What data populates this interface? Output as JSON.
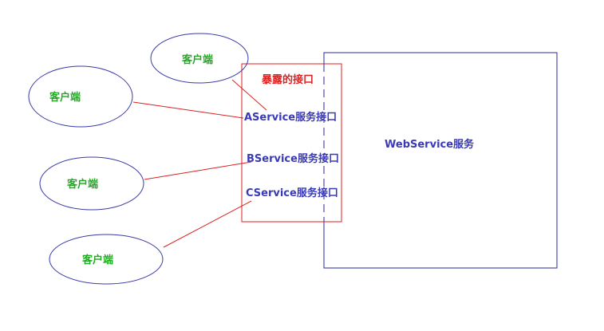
{
  "diagram": {
    "clients": [
      {
        "label": "客户端"
      },
      {
        "label": "客户端"
      },
      {
        "label": "客户端"
      },
      {
        "label": "客户端"
      }
    ],
    "exposed_interface": {
      "label": "暴露的接口"
    },
    "interfaces": [
      {
        "label": "AService服务接口"
      },
      {
        "label": "BService服务接口"
      },
      {
        "label": "CService服务接口"
      }
    ],
    "webservice": {
      "label": "WebService服务"
    },
    "colors": {
      "client_outline": "#3a3aa8",
      "client_text": "#22aa22",
      "red": "#dd2222",
      "blue": "#2a2a9e",
      "interface_text": "#3a3ab8"
    }
  }
}
